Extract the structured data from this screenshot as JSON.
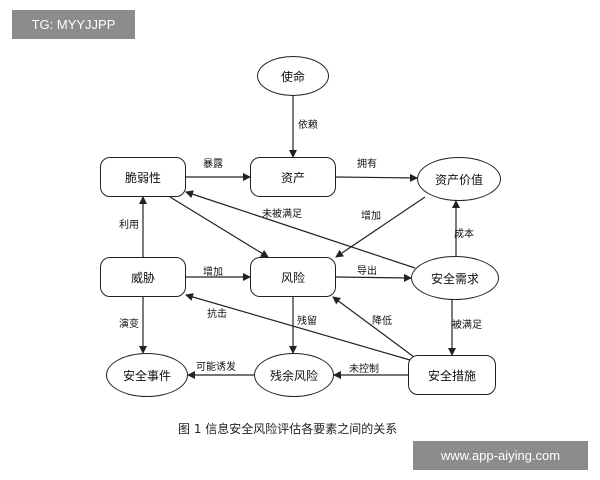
{
  "watermarks": {
    "top": "TG: MYYJJPP",
    "bottom": "www.app-aiying.com"
  },
  "caption": "图 1  信息安全风险评估各要素之间的关系",
  "nodes": {
    "mission": "使命",
    "vulnerability": "脆弱性",
    "asset": "资产",
    "asset_value": "资产价值",
    "threat": "威胁",
    "risk": "风险",
    "security_requirement": "安全需求",
    "security_incident": "安全事件",
    "residual_risk": "残余风险",
    "security_measure": "安全措施"
  },
  "edges": {
    "depends_on": "依赖",
    "exposes": "暴露",
    "owns": "拥有",
    "not_satisfied": "未被满足",
    "increase_value": "增加",
    "cost": "成本",
    "exploits": "利用",
    "increase_risk": "增加",
    "derives": "导出",
    "evolves": "演变",
    "resists": "抗击",
    "residual": "残留",
    "reduces": "降低",
    "satisfied_by": "被满足",
    "may_induce": "可能诱发",
    "uncontrolled": "未控制"
  }
}
